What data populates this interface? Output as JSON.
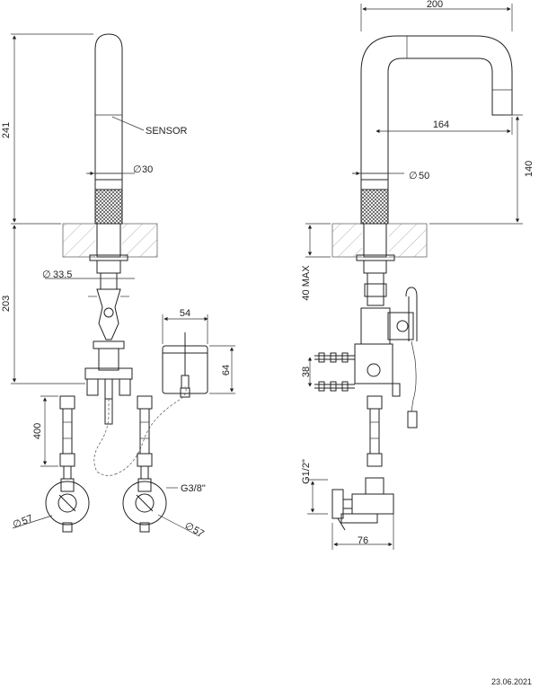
{
  "labels": {
    "sensor": "SENSOR",
    "thread_g38": "G3/8\"",
    "thread_g12": "G1/2\"",
    "date": "23.06.2021"
  },
  "dimensions": {
    "d241": "241",
    "d30": "30",
    "d203": "203",
    "d33_5": "33.5",
    "d54": "54",
    "d64": "64",
    "d400": "400",
    "d57_left": "57",
    "d57_right": "57",
    "d200": "200",
    "d164": "164",
    "d140": "140",
    "d50": "50",
    "d40max": "40 MAX",
    "d38": "38",
    "d76": "76"
  },
  "symbols": {
    "diameter": "∅"
  }
}
